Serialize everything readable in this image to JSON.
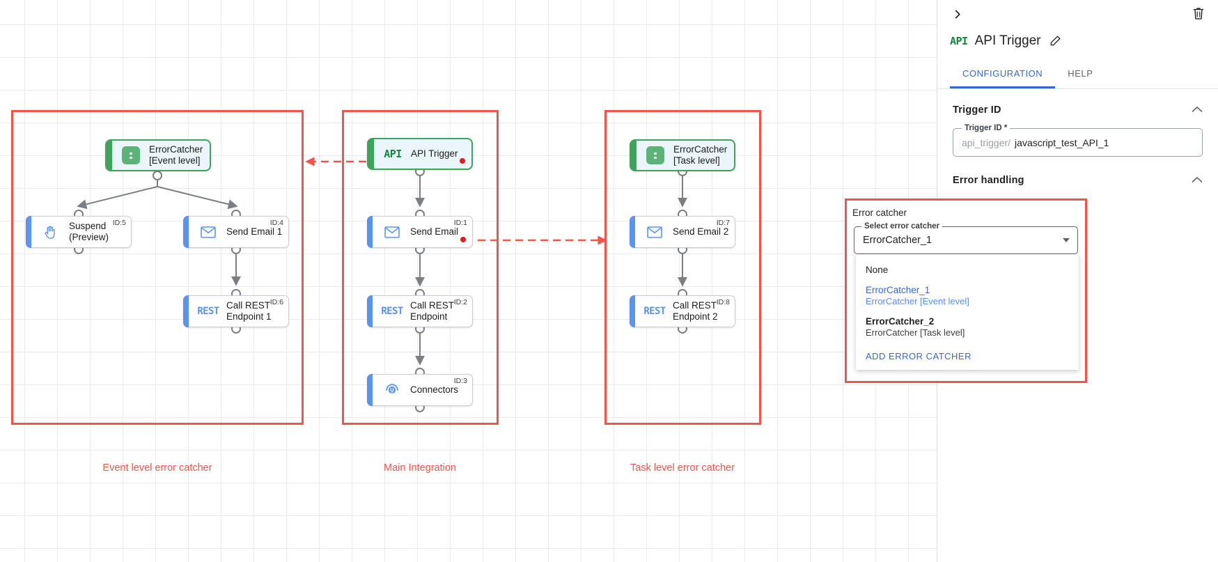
{
  "canvas": {
    "groups": [
      {
        "label": "Event level error catcher"
      },
      {
        "label": "Main Integration"
      },
      {
        "label": "Task level error catcher"
      }
    ],
    "nodes": {
      "error_catcher_event": {
        "icon": "error-catcher-icon",
        "label": "ErrorCatcher\n[Event level]",
        "id": ""
      },
      "suspend": {
        "icon": "hand-icon",
        "label": "Suspend\n(Preview)",
        "id": "ID:5"
      },
      "send_email_1": {
        "icon": "envelope-icon",
        "label": "Send Email 1",
        "id": "ID:4"
      },
      "call_rest_1": {
        "icon": "rest-icon",
        "label": "Call REST\nEndpoint 1",
        "id": "ID:6"
      },
      "api_trigger": {
        "icon": "api-icon",
        "label": "API Trigger",
        "id": ""
      },
      "send_email": {
        "icon": "envelope-icon",
        "label": "Send Email",
        "id": "ID:1"
      },
      "call_rest": {
        "icon": "rest-icon",
        "label": "Call REST\nEndpoint",
        "id": "ID:2"
      },
      "connectors": {
        "icon": "connectors-icon",
        "label": "Connectors",
        "id": "ID:3"
      },
      "error_catcher_task": {
        "icon": "error-catcher-icon",
        "label": "ErrorCatcher\n[Task level]",
        "id": ""
      },
      "send_email_2": {
        "icon": "envelope-icon",
        "label": "Send Email 2",
        "id": "ID:7"
      },
      "call_rest_2": {
        "icon": "rest-icon",
        "label": "Call REST\nEndpoint 2",
        "id": "ID:8"
      }
    },
    "icon_text": {
      "api": "API",
      "rest": "REST"
    }
  },
  "panel": {
    "collapse_icon": "chevron-right-icon",
    "delete_icon": "trash-icon",
    "title_icon": "api-icon",
    "title": "API Trigger",
    "edit_icon": "pencil-icon",
    "tabs": [
      {
        "label": "CONFIGURATION",
        "active": true
      },
      {
        "label": "HELP",
        "active": false
      }
    ],
    "trigger_id_section": {
      "title": "Trigger ID",
      "collapse_icon": "chevron-up-icon",
      "field_label": "Trigger ID *",
      "prefix": "api_trigger/",
      "value": "javascript_test_API_1"
    },
    "error_handling_section": {
      "title": "Error handling",
      "collapse_icon": "chevron-up-icon",
      "error_catcher_label": "Error catcher",
      "select_label": "Select error catcher",
      "selected_value": "ErrorCatcher_1",
      "dropdown_icon": "chevron-down-icon",
      "options": [
        {
          "primary": "None",
          "secondary": "",
          "selected": false
        },
        {
          "primary": "ErrorCatcher_1",
          "secondary": "ErrorCatcher [Event level]",
          "selected": true
        },
        {
          "primary": "ErrorCatcher_2",
          "secondary": "ErrorCatcher [Task level]",
          "selected": false
        }
      ],
      "add_action": "ADD ERROR CATCHER"
    }
  },
  "colors": {
    "red_frame": "#f4534a",
    "accent_blue": "#5b94ee",
    "accent_green": "#3fa45b",
    "link_blue": "#3367d6",
    "error_dot": "#e02020"
  }
}
